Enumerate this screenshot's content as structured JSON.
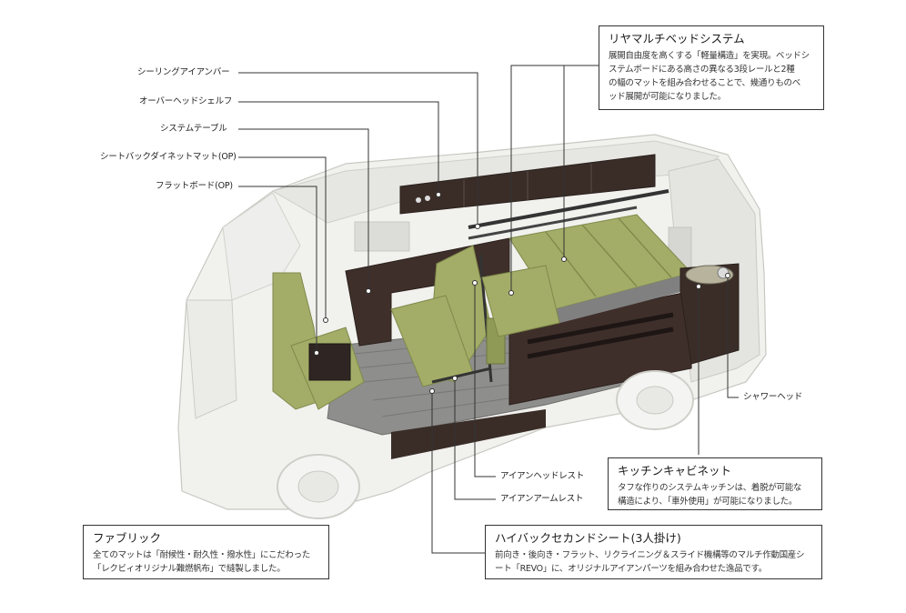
{
  "labels": {
    "ceiling_bar": "シーリングアイアンバー",
    "overhead_shelf": "オーバーヘッドシェルフ",
    "system_table": "システムテーブル",
    "seatback_mat": "シートバックダイネットマット(OP)",
    "flat_board": "フラットボード(OP)",
    "shower_head": "シャワーヘッド",
    "iron_headrest": "アイアンヘッドレスト",
    "iron_armrest": "アイアンアームレスト"
  },
  "boxes": {
    "rear_bed": {
      "title": "リヤマルチベッドシステム",
      "lines": [
        "展開自由度を高くする「軽量構造」を実現。ベッドシ",
        "ステムボードにある高さの異なる3段レールと2種",
        "の幅のマットを組み合わせることで、幾通りものベ",
        "ッド展開が可能になりました。"
      ]
    },
    "kitchen": {
      "title": "キッチンキャビネット",
      "lines": [
        "タフな作りのシステムキッチンは、着脱が可能な",
        "構造により、「車外使用」が可能になりました。"
      ]
    },
    "second_seat": {
      "title": "ハイバックセカンドシート(3人掛け)",
      "lines": [
        "前向き・後向き・フラット、リクライニング＆スライド機構等のマルチ作動国産シ",
        "ート「REVO」に、オリジナルアイアンパーツを組み合わせた逸品です。"
      ]
    },
    "fabric": {
      "title": "ファブリック",
      "lines": [
        "全てのマットは「耐候性・耐久性・撥水性」にこだわった",
        "「レクビィオリジナル難燃帆布」で縫製しました。"
      ]
    }
  },
  "colors": {
    "mat_green": "#a3ad68",
    "mat_green_dark": "#7f8a4a",
    "wood_dark": "#3f2f2a",
    "body_white": "#f1f1ee",
    "line": "#333333"
  }
}
